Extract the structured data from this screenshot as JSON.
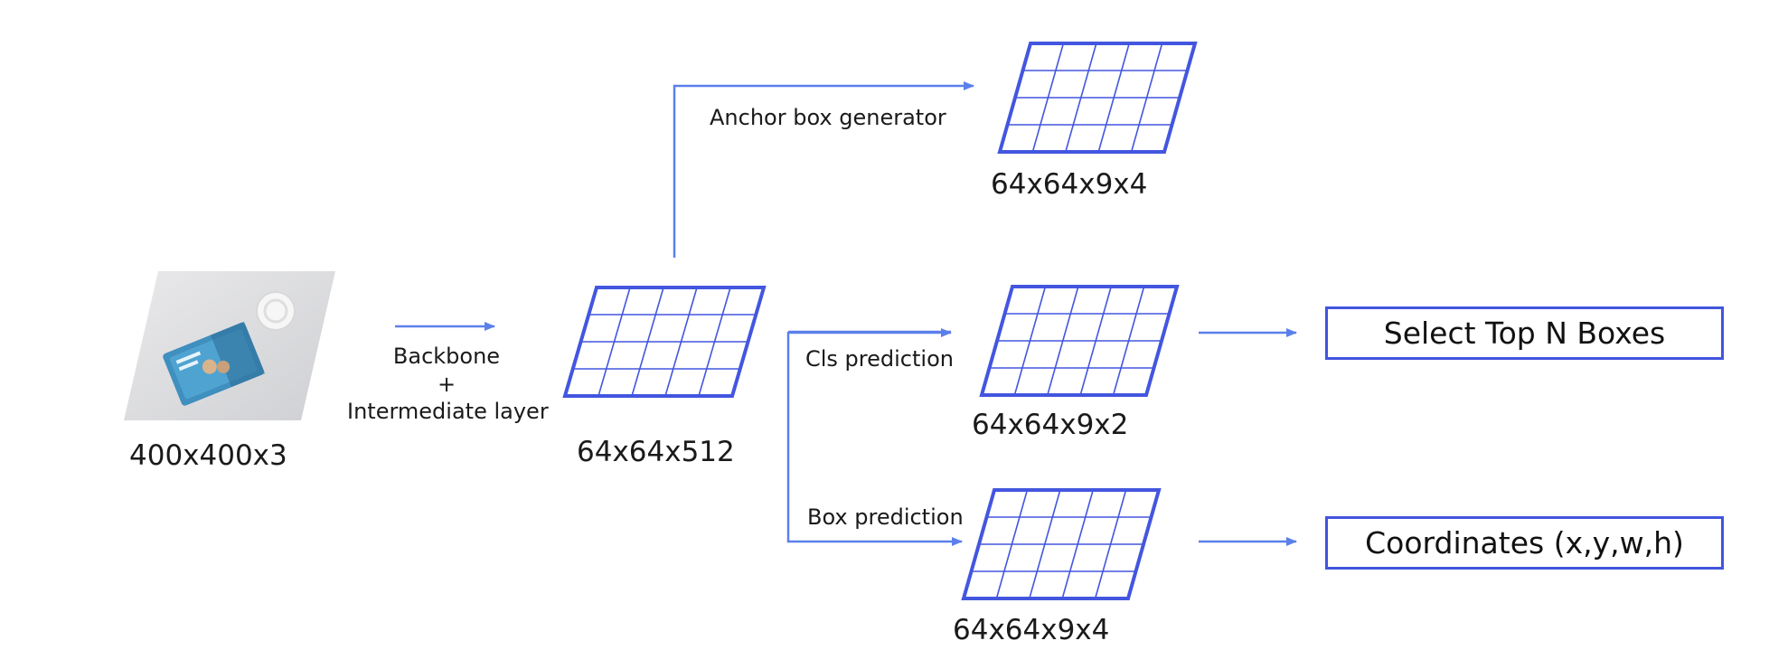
{
  "colors": {
    "grid": "#4356df",
    "arrow": "#5b80ec",
    "box_border": "#4255de"
  },
  "input": {
    "label": "400x400x3"
  },
  "backbone": {
    "line1": "Backbone",
    "line2": "+",
    "line3": "Intermediate layer"
  },
  "feature": {
    "label": "64x64x512"
  },
  "anchor": {
    "label": "Anchor box generator",
    "dim": "64x64x9x4"
  },
  "cls": {
    "label": "Cls prediction",
    "dim": "64x64x9x2"
  },
  "boxpred": {
    "label": "Box prediction",
    "dim": "64x64x9x4"
  },
  "outputs": {
    "select": "Select Top N Boxes",
    "coords": "Coordinates (x,y,w,h)"
  }
}
